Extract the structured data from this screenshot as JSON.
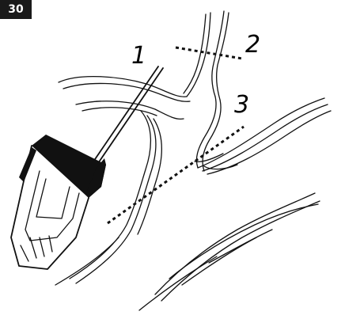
{
  "figure": {
    "number": "30",
    "labels": {
      "one": "1",
      "two": "2",
      "three": "3"
    },
    "colors": {
      "ink": "#111111",
      "badge": "#1a1a1a",
      "background": "#ffffff"
    },
    "icons": [
      "trimmer-tool-icon",
      "trimmer-guide-rod-icon"
    ]
  }
}
